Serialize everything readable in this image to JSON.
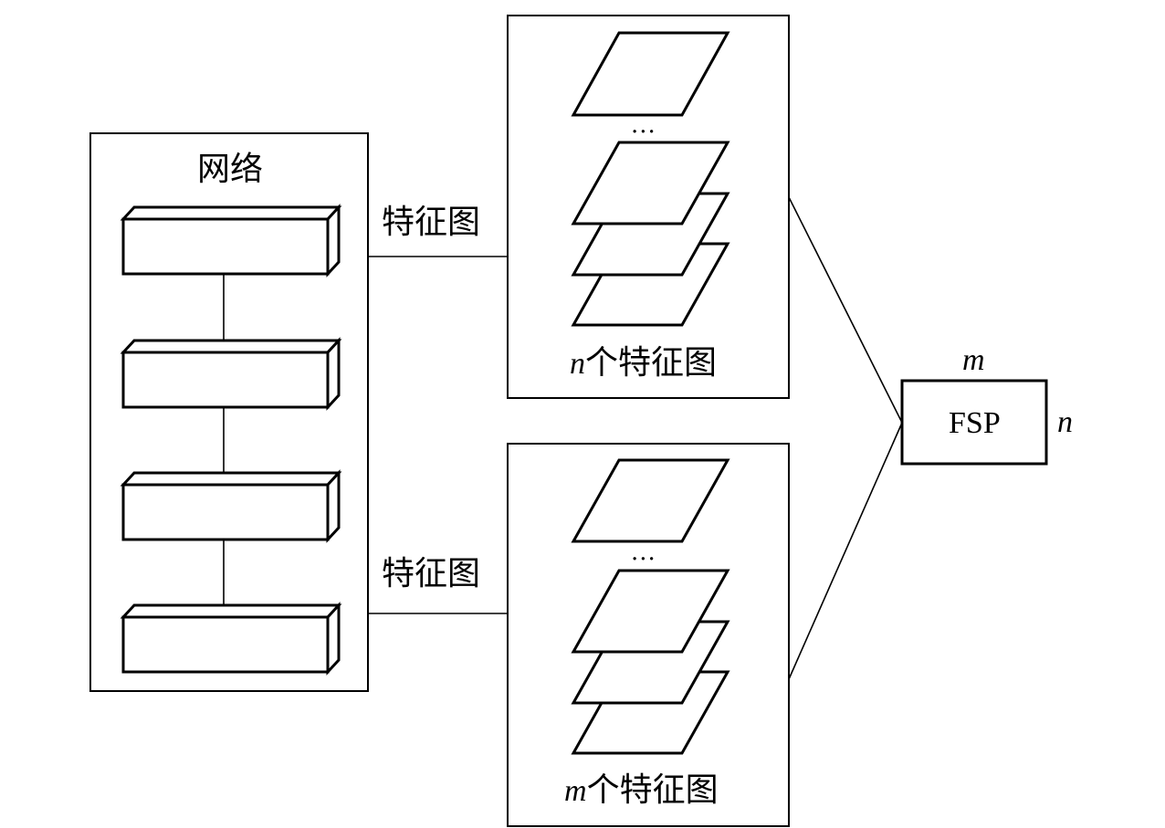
{
  "network": {
    "title": "网络"
  },
  "edges": {
    "top_label": "特征图",
    "bottom_label": "特征图"
  },
  "top_stack": {
    "ellipsis": "...",
    "count_var": "n",
    "caption_suffix": "个特征图"
  },
  "bottom_stack": {
    "ellipsis": "...",
    "count_var": "m",
    "caption_suffix": "个特征图"
  },
  "fsp": {
    "label": "FSP",
    "width_var": "m",
    "height_var": "n"
  }
}
